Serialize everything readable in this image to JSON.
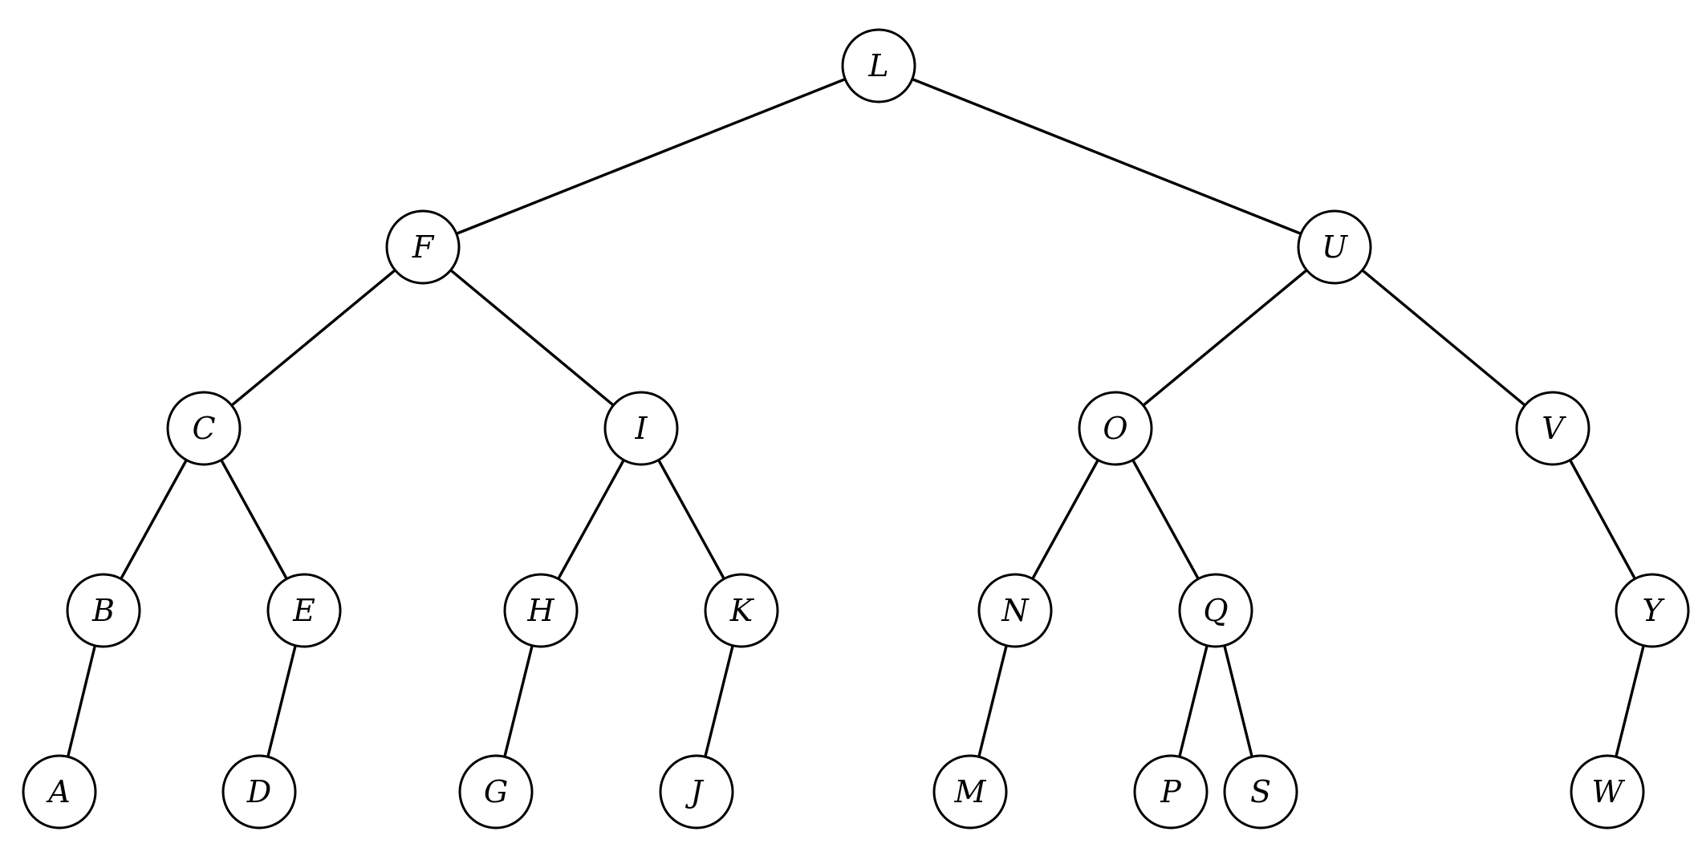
{
  "tree": {
    "root": "L",
    "nodes": [
      {
        "id": "L",
        "label": "L",
        "children": [
          "F",
          "U"
        ]
      },
      {
        "id": "F",
        "label": "F",
        "children": [
          "C",
          "I"
        ]
      },
      {
        "id": "U",
        "label": "U",
        "children": [
          "O",
          "V"
        ]
      },
      {
        "id": "C",
        "label": "C",
        "children": [
          "B",
          "E"
        ]
      },
      {
        "id": "I",
        "label": "I",
        "children": [
          "H",
          "K"
        ]
      },
      {
        "id": "O",
        "label": "O",
        "children": [
          "N",
          "Q"
        ]
      },
      {
        "id": "V",
        "label": "V",
        "children": [
          "Y"
        ]
      },
      {
        "id": "B",
        "label": "B",
        "children": [
          "A"
        ]
      },
      {
        "id": "E",
        "label": "E",
        "children": [
          "D"
        ]
      },
      {
        "id": "H",
        "label": "H",
        "children": [
          "G"
        ]
      },
      {
        "id": "K",
        "label": "K",
        "children": [
          "J"
        ]
      },
      {
        "id": "N",
        "label": "N",
        "children": [
          "M"
        ]
      },
      {
        "id": "Q",
        "label": "Q",
        "children": [
          "P",
          "S"
        ]
      },
      {
        "id": "Y",
        "label": "Y",
        "children": [
          "W"
        ]
      },
      {
        "id": "A",
        "label": "A",
        "children": []
      },
      {
        "id": "D",
        "label": "D",
        "children": []
      },
      {
        "id": "G",
        "label": "G",
        "children": []
      },
      {
        "id": "J",
        "label": "J",
        "children": []
      },
      {
        "id": "M",
        "label": "M",
        "children": []
      },
      {
        "id": "P",
        "label": "P",
        "children": []
      },
      {
        "id": "S",
        "label": "S",
        "children": []
      },
      {
        "id": "W",
        "label": "W",
        "children": []
      }
    ]
  }
}
